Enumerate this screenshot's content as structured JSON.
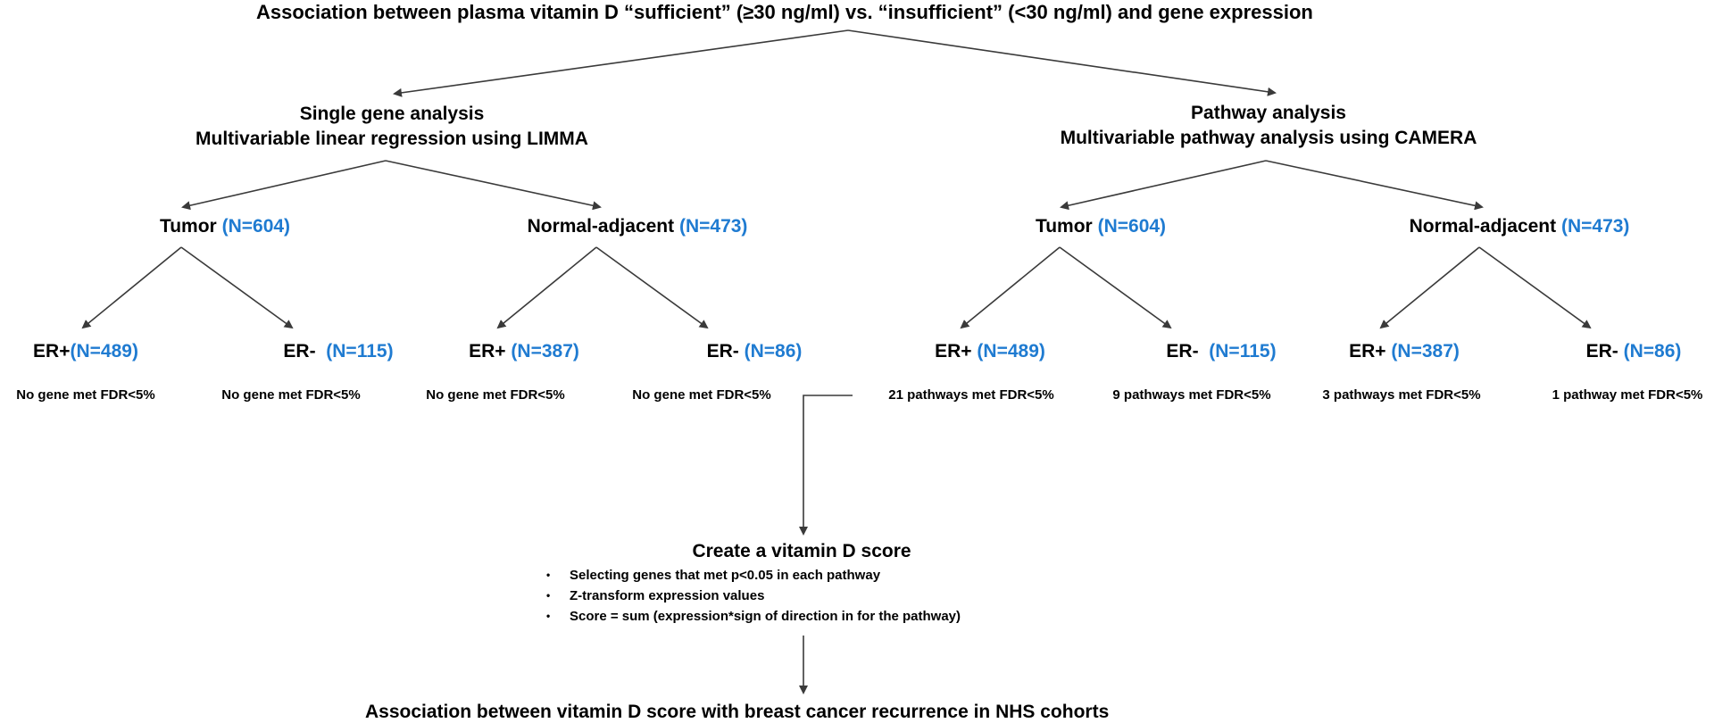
{
  "title": "Association between plasma vitamin D “sufficient” (≥30 ng/ml) vs. “insufficient” (<30 ng/ml) and gene expression",
  "left_branch": {
    "line1": "Single gene analysis",
    "line2": "Multivariable linear regression using LIMMA",
    "tumor": {
      "label": "Tumor",
      "n": "(N=604)"
    },
    "normal": {
      "label": "Normal-adjacent",
      "n": "(N=473)"
    },
    "tumor_erpos": {
      "label": "ER+",
      "n": "(N=489)",
      "result": "No gene met FDR<5%"
    },
    "tumor_erneg": {
      "label": "ER-",
      "n": "(N=115)",
      "result": "No gene met FDR<5%"
    },
    "normal_erpos": {
      "label": "ER+",
      "n": "(N=387)",
      "result": "No gene met FDR<5%"
    },
    "normal_erneg": {
      "label": "ER-",
      "n": "(N=86)",
      "result": "No gene met FDR<5%"
    }
  },
  "right_branch": {
    "line1": "Pathway analysis",
    "line2": "Multivariable pathway analysis using CAMERA",
    "tumor": {
      "label": "Tumor",
      "n": "(N=604)"
    },
    "normal": {
      "label": "Normal-adjacent",
      "n": "(N=473)"
    },
    "tumor_erpos": {
      "label": "ER+",
      "n": "(N=489)",
      "result": "21 pathways met FDR<5%"
    },
    "tumor_erneg": {
      "label": "ER-",
      "n": "(N=115)",
      "result": "9 pathways met FDR<5%"
    },
    "normal_erpos": {
      "label": "ER+",
      "n": "(N=387)",
      "result": "3 pathways met FDR<5%"
    },
    "normal_erneg": {
      "label": "ER-",
      "n": "(N=86)",
      "result": "1 pathway met FDR<5%"
    }
  },
  "score": {
    "title": "Create a vitamin D score",
    "steps": [
      "Selecting genes that met p<0.05 in each pathway",
      "Z-transform expression values",
      "Score = sum (expression*sign of direction in for the pathway)"
    ]
  },
  "final": "Association between vitamin D score with breast cancer recurrence in NHS cohorts",
  "colors": {
    "n_label": "#1f7bd1",
    "arrow": "#3a3a3a",
    "text": "#000000"
  }
}
